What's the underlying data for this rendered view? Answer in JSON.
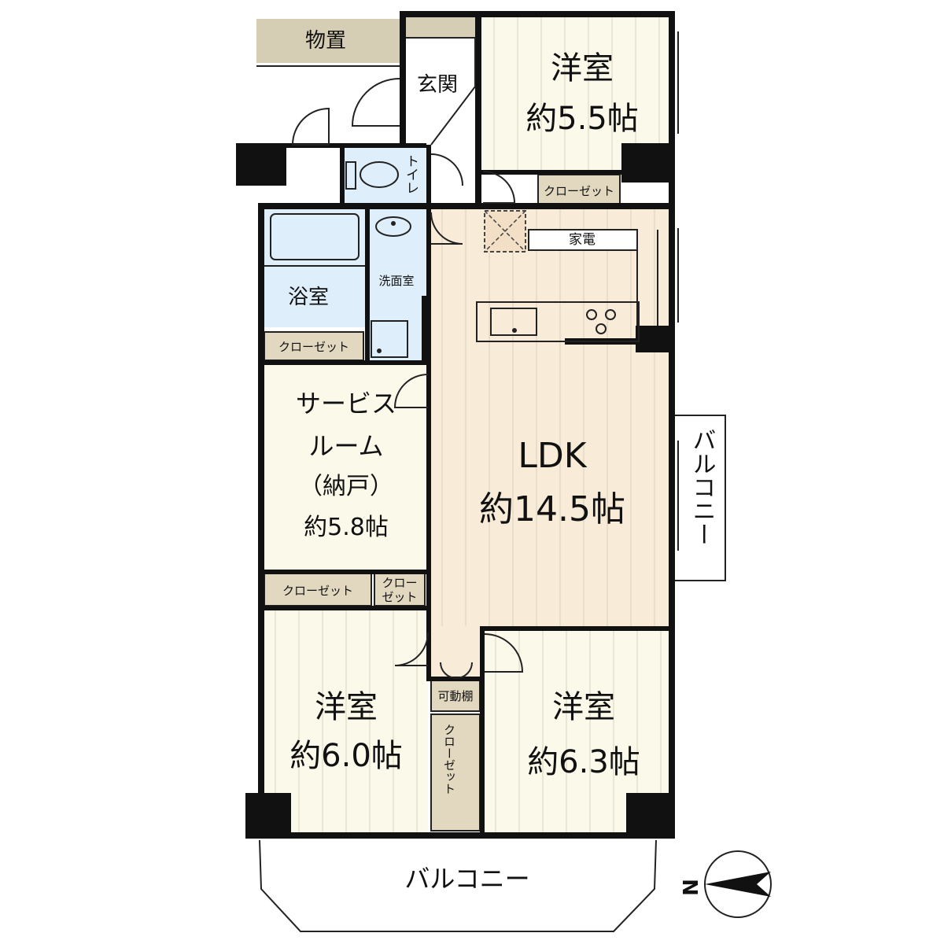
{
  "rooms": {
    "storage_outdoor": "物置",
    "entrance": "玄関",
    "toilet": "トイレ",
    "western_1": {
      "name": "洋室",
      "size": "約5.5帖"
    },
    "closet_1": "クローゼット",
    "appliance": "家電",
    "bath": "浴室",
    "washroom": "洗面室",
    "closet_bath": "クローゼット",
    "service_room": {
      "line1": "サービス",
      "line2": "ルーム",
      "line3": "（納戸）",
      "size": "約5.8帖"
    },
    "ldk": {
      "name": "LDK",
      "size": "約14.5帖"
    },
    "balcony_side": "バルコニー",
    "closet_mid_a": "クローゼット",
    "closet_mid_b_1": "クロー",
    "closet_mid_b_2": "ゼット",
    "movable_shelf": "可動棚",
    "closet_vertical": "クローゼット",
    "western_2": {
      "name": "洋室",
      "size": "約6.0帖"
    },
    "western_3": {
      "name": "洋室",
      "size": "約6.3帖"
    },
    "balcony_bottom": "バルコニー"
  },
  "compass": {
    "label": "N"
  },
  "colors": {
    "wall": "#111111",
    "room_floor": "#fbf9ea",
    "ldk_floor": "#f8ebd8",
    "wet_area": "#deeefa",
    "closet": "#e2d8c0",
    "storage_outdoor": "#d5ceb5"
  }
}
